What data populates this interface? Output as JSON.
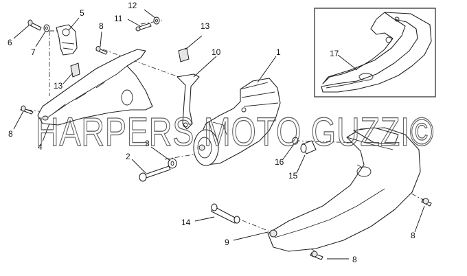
{
  "diagram": {
    "watermark": "HARPERS MOTO GUZZI©",
    "callouts": {
      "c1": "1",
      "c2": "2",
      "c3": "3",
      "c4": "4",
      "c5": "5",
      "c6": "6",
      "c7": "7",
      "c8a": "8",
      "c8b": "8",
      "c8c": "8",
      "c8d": "8",
      "c9": "9",
      "c10": "10",
      "c11": "11",
      "c12": "12",
      "c13a": "13",
      "c13b": "13",
      "c14": "14",
      "c15": "15",
      "c16": "16",
      "c17": "17"
    }
  }
}
